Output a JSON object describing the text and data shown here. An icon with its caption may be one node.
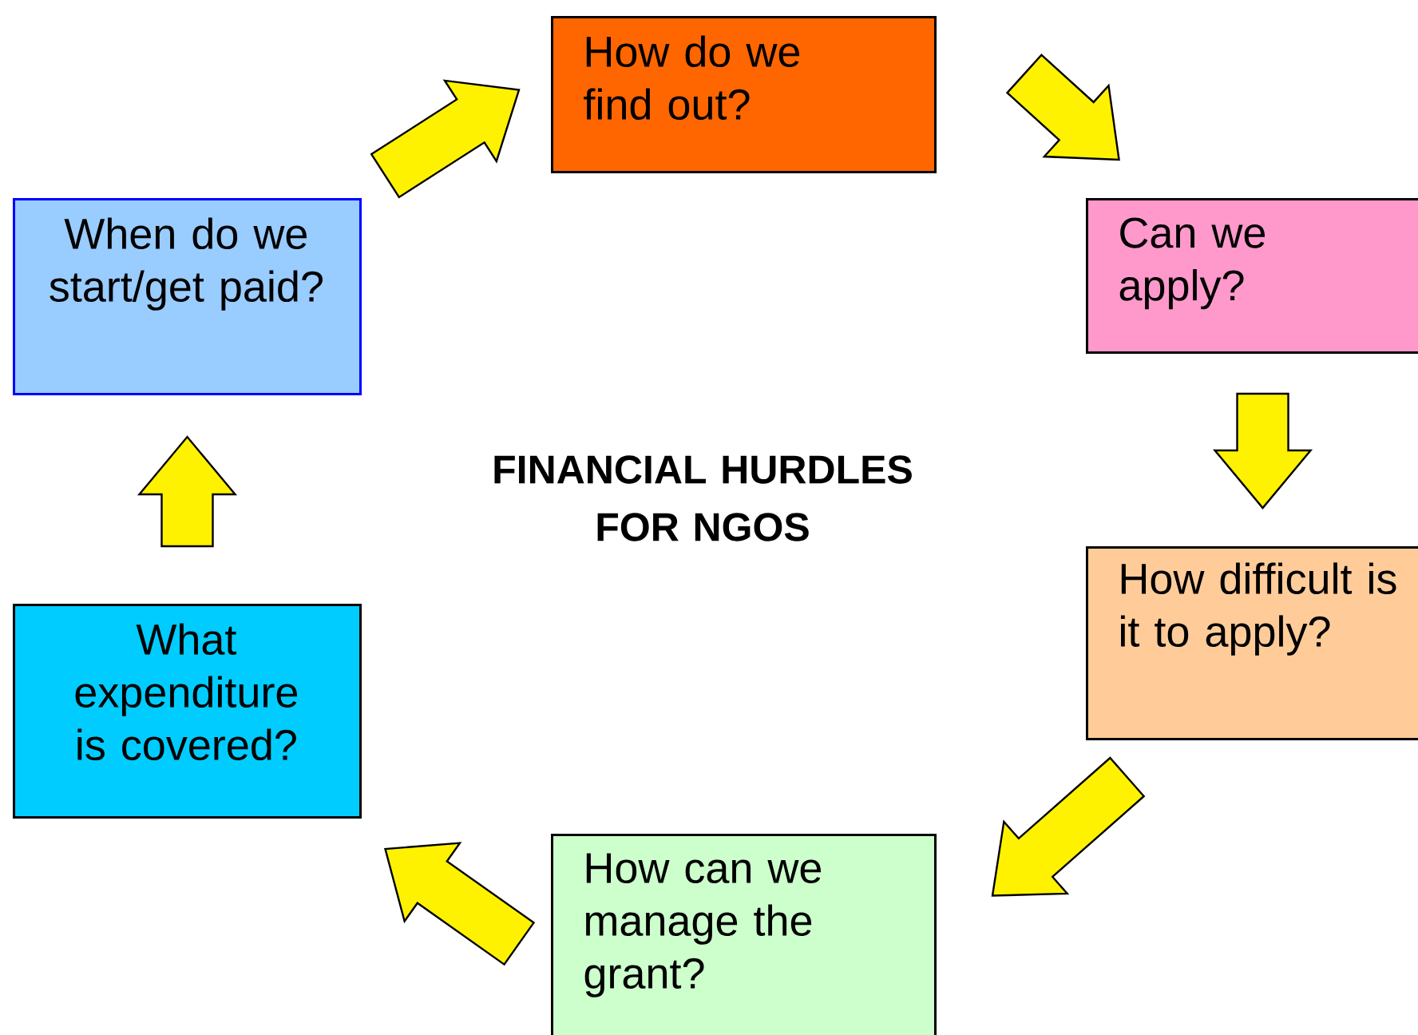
{
  "diagram": {
    "title": "FINANCIAL HURDLES FOR NGOS",
    "nodes": [
      {
        "text": [
          "How do we find out?"
        ]
      },
      {
        "text": [
          "Can we apply?"
        ]
      },
      {
        "text": [
          "How difficult is it to apply?"
        ]
      },
      {
        "text": [
          "How can we manage the grant?"
        ]
      },
      {
        "text": [
          "What expenditure is covered?"
        ]
      },
      {
        "text": [
          "When do we start/get paid?"
        ]
      }
    ],
    "edges": [
      {
        "from": 0,
        "to": 1,
        "arrow": "to"
      },
      {
        "from": 1,
        "to": 2,
        "arrow": "to"
      },
      {
        "from": 2,
        "to": 3,
        "arrow": "to"
      },
      {
        "from": 3,
        "to": 4,
        "arrow": "to"
      },
      {
        "from": 4,
        "to": 5,
        "arrow": "to"
      },
      {
        "from": 5,
        "to": 0,
        "arrow": "to"
      }
    ]
  }
}
